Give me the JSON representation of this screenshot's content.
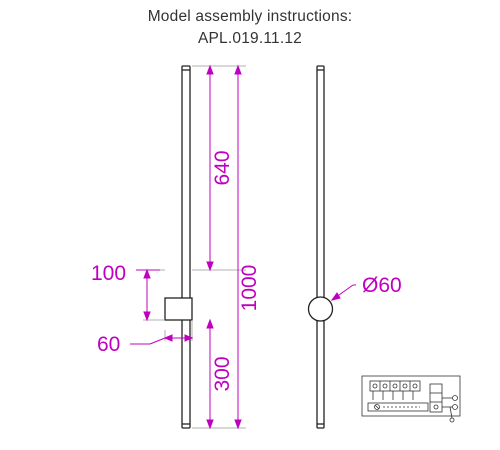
{
  "header": {
    "title": "Model assembly instructions:",
    "model": "APL.019.11.12"
  },
  "dimensions": {
    "total_height": "1000",
    "upper_length": "640",
    "lower_length": "300",
    "mount_height": "100",
    "mount_width": "60",
    "round_mount_diameter": "Ø60"
  },
  "colors": {
    "dimension": "#c000c0",
    "drawing": "#222222"
  }
}
